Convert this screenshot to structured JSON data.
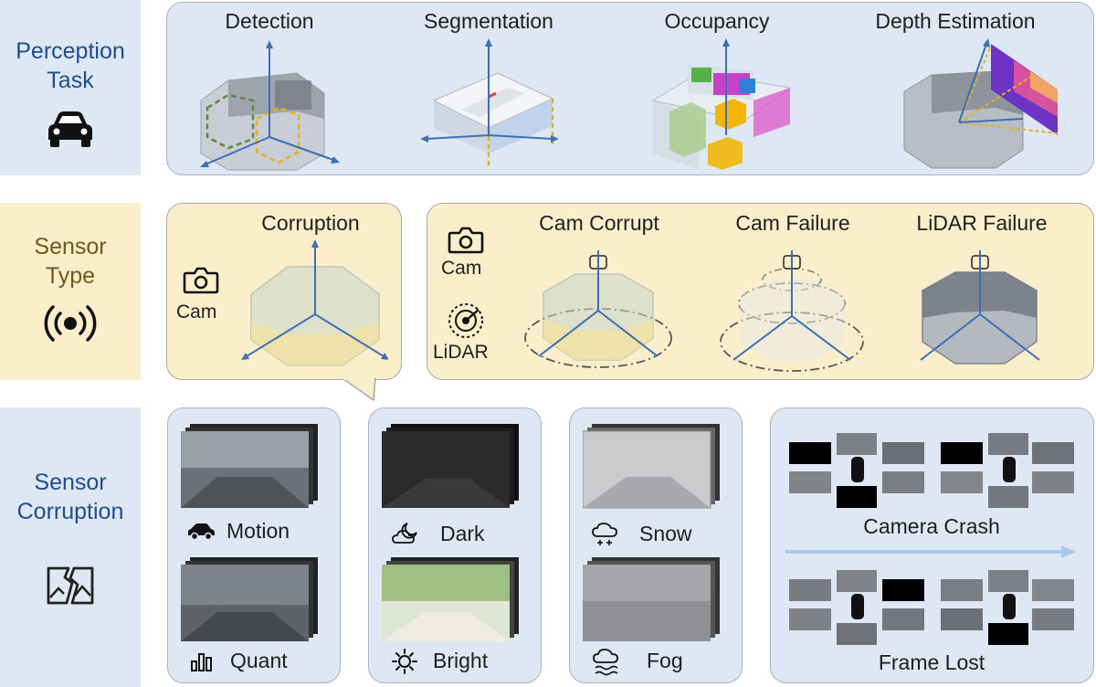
{
  "colors": {
    "blue_label": "#1f4e8c",
    "yellow_label": "#6e5a1e",
    "blue_bg": "#dde8f4",
    "yellow_bg": "#fbeecb",
    "axis": "#3d6fb5",
    "dash_yellow": "#e3b21f",
    "dash_green": "#5c8a3c"
  },
  "sidebar": {
    "perception": {
      "line1": "Perception",
      "line2": "Task",
      "icon": "car-icon"
    },
    "sensor": {
      "line1": "Sensor",
      "line2": "Type",
      "icon": "radar-signal-icon"
    },
    "corruption": {
      "line1": "Sensor",
      "line2": "Corruption",
      "icon": "broken-image-icon"
    }
  },
  "tasks": [
    "Detection",
    "Segmentation",
    "Occupancy",
    "Depth Estimation"
  ],
  "sensor_type": {
    "corruption_title": "Corruption",
    "cam_label": "Cam",
    "lidar_label": "LiDAR",
    "failures": [
      "Cam Corrupt",
      "Cam Failure",
      "LiDAR Failure"
    ]
  },
  "corruptions": {
    "motion": "Motion",
    "quant": "Quant",
    "dark": "Dark",
    "bright": "Bright",
    "snow": "Snow",
    "fog": "Fog",
    "camera_crash": "Camera Crash",
    "frame_lost": "Frame Lost"
  }
}
